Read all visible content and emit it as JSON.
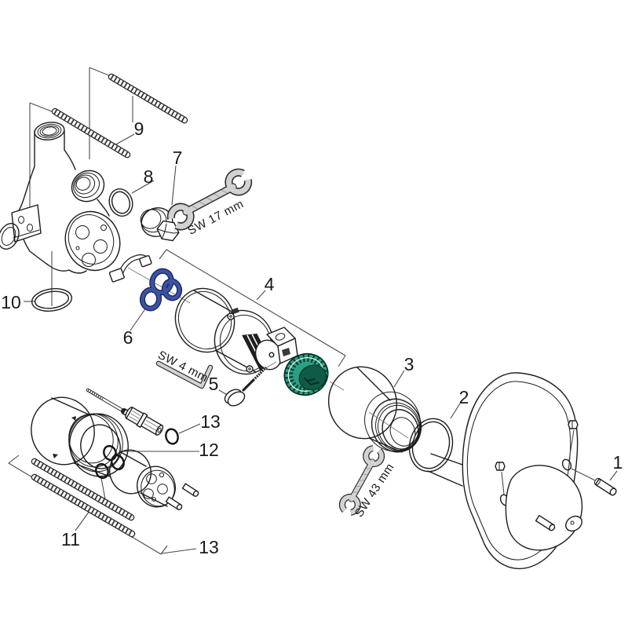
{
  "diagram": {
    "description": "Exploded spare-parts diagram of a concealed shower mixer valve",
    "callouts": [
      {
        "id": "1",
        "text": "1"
      },
      {
        "id": "2",
        "text": "2"
      },
      {
        "id": "3",
        "text": "3"
      },
      {
        "id": "4",
        "text": "4"
      },
      {
        "id": "5",
        "text": "5"
      },
      {
        "id": "6",
        "text": "6"
      },
      {
        "id": "7",
        "text": "7"
      },
      {
        "id": "8",
        "text": "8"
      },
      {
        "id": "9",
        "text": "9"
      },
      {
        "id": "10",
        "text": "10"
      },
      {
        "id": "11",
        "text": "11"
      },
      {
        "id": "12",
        "text": "12"
      },
      {
        "id": "13-upper",
        "text": "13"
      },
      {
        "id": "13-lower",
        "text": "13"
      }
    ],
    "tools": [
      {
        "id": "wrench-17",
        "text": "SW 17 mm"
      },
      {
        "id": "allen-key-4",
        "text": "SW 4 mm"
      },
      {
        "id": "wrench-43",
        "text": "SW 43 mm"
      }
    ],
    "colors": {
      "line": "#1c1c1c",
      "leader": "#4a4a4a",
      "seal_blue": "#3d52a0",
      "seal_blue_dark": "#18266b",
      "nut_green": "#2ba184",
      "nut_green_mid": "#0f5b46",
      "nut_green_dark": "#0a3d2e",
      "tool_gray": "#d2d2d2",
      "tool_dark": "#2b2b2b",
      "background": "#ffffff"
    }
  }
}
